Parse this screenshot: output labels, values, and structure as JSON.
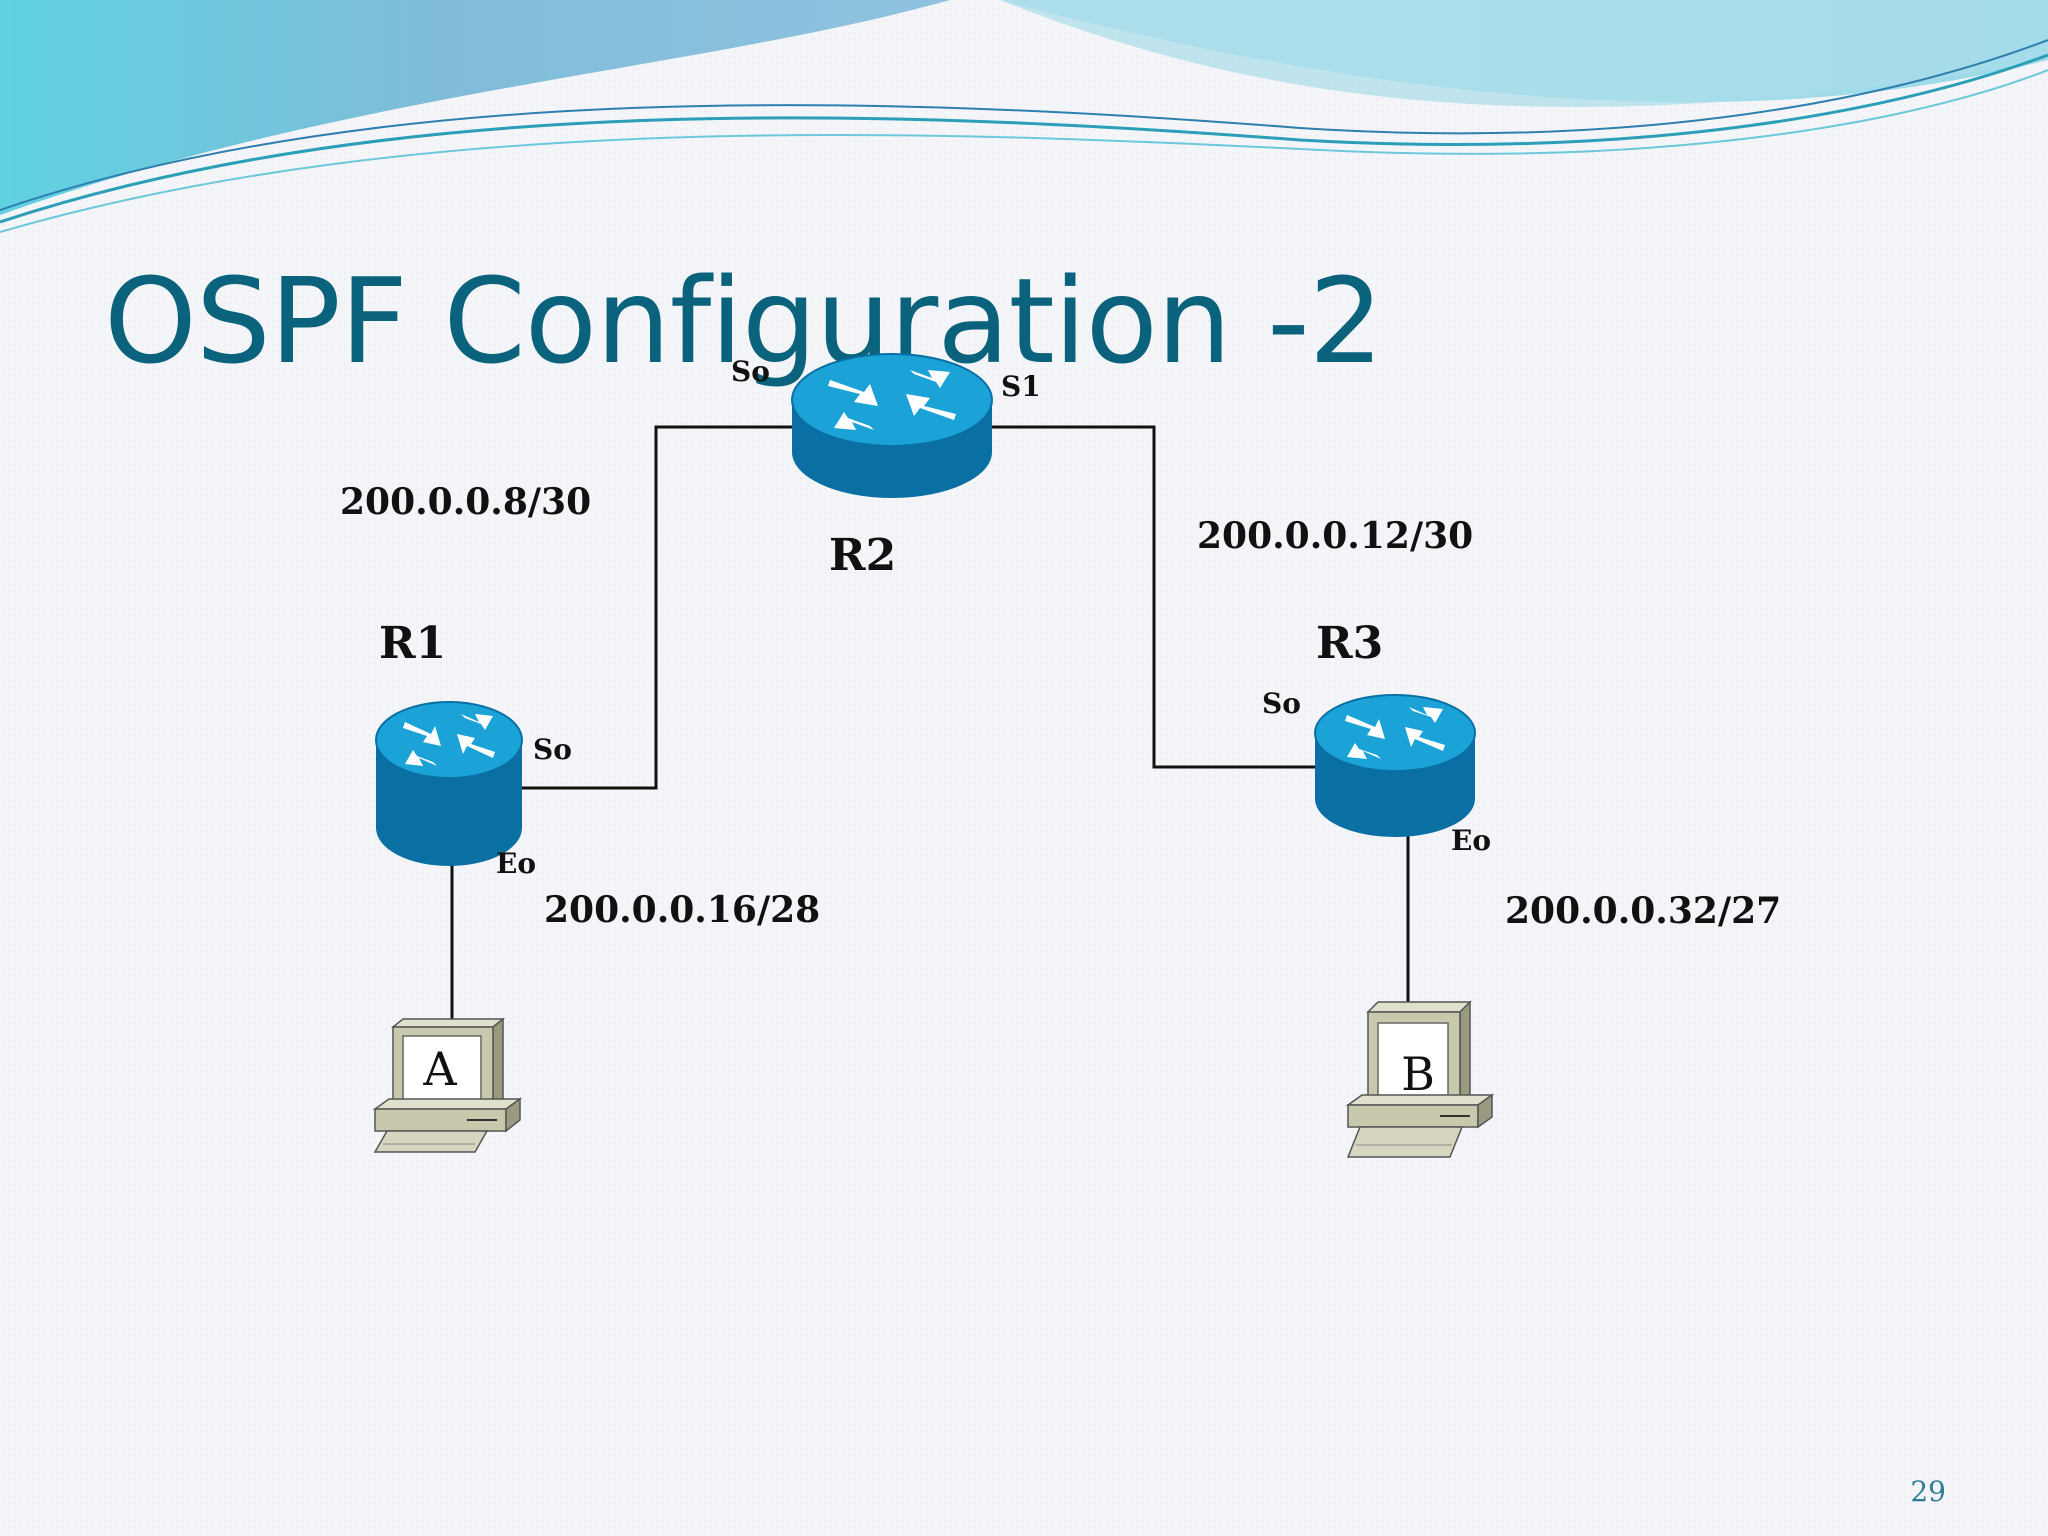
{
  "slide": {
    "title": "OSPF Configuration -2",
    "page_number": "29"
  },
  "routers": [
    {
      "name": "R1"
    },
    {
      "name": "R2"
    },
    {
      "name": "R3"
    }
  ],
  "hosts": [
    {
      "label": "A"
    },
    {
      "label": "B"
    }
  ],
  "interfaces": {
    "r1_s0": "So",
    "r1_e0": "Eo",
    "r2_s0": "So",
    "r2_s1": "S1",
    "r3_s0": "So",
    "r3_e0": "Eo"
  },
  "subnets": {
    "r1_r2": "200.0.0.8/30",
    "r2_r3": "200.0.0.12/30",
    "r1_lan": "200.0.0.16/28",
    "r3_lan": "200.0.0.32/27"
  },
  "colors": {
    "title": "#0b627c",
    "router_top": "#1ba3d8",
    "router_body": "#0a6fa3",
    "pc_body": "#c8c8ac",
    "page_number": "#2f7c95"
  }
}
